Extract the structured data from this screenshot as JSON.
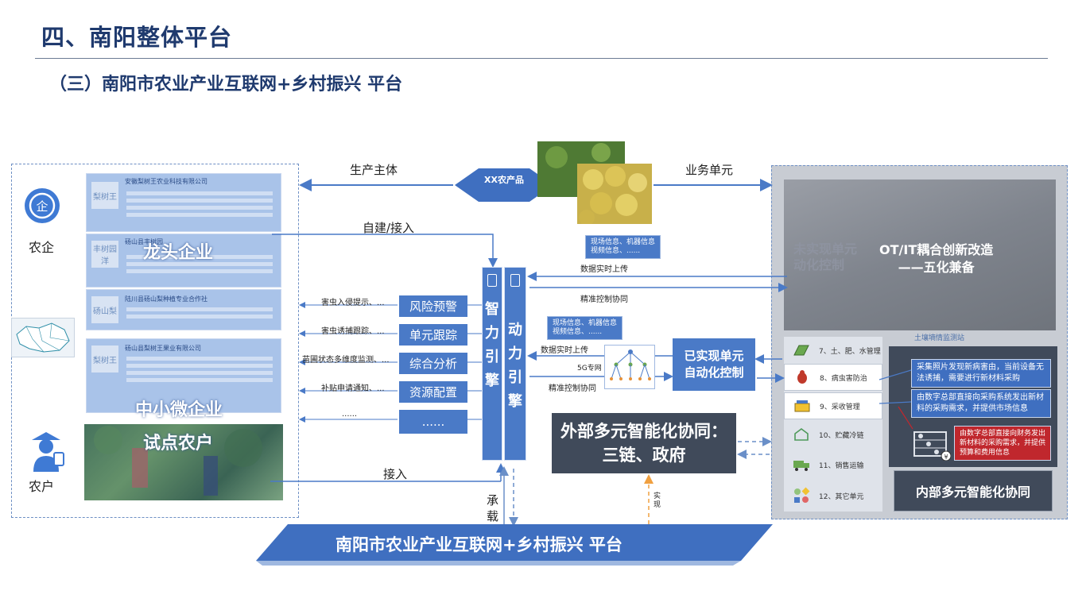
{
  "header": {
    "title": "四、南阳整体平台",
    "subtitle": "（三）南阳市农业产业互联网+乡村振兴 平台"
  },
  "left": {
    "enterprise_label": "农企",
    "farmer_label": "农户",
    "leading_enterprise": "龙头企业",
    "small_enterprise": "中小微企业",
    "pilot_farmer": "试点农户",
    "card1_name": "安徽梨树王农业科技有限公司",
    "card2_name": "砀山县丰树园",
    "card3_name": "陆川县砀山梨种植专业合作社",
    "card4_name": "砀山县梨树王果业有限公司",
    "logo1": "梨树王",
    "logo2": "丰树园洋",
    "logo3": "砀山梨",
    "logo4": "梨树王"
  },
  "top": {
    "producer_label": "生产主体",
    "product_label": "XX农产品",
    "business_unit_label": "业务单元",
    "self_build_label": "自建/接入"
  },
  "engines": {
    "intelligence": [
      "智",
      "力",
      "引",
      "擎"
    ],
    "power": [
      "动",
      "力",
      "引",
      "擎"
    ]
  },
  "functions": [
    {
      "label": "风险预警",
      "note": "害虫入侵提示、..."
    },
    {
      "label": "单元跟踪",
      "note": "害虫诱捕跟踪、..."
    },
    {
      "label": "综合分析",
      "note": "苗圃状态多维度监测、..."
    },
    {
      "label": "资源配置",
      "note": "补贴申请通知、..."
    },
    {
      "label": "......",
      "note": "......"
    }
  ],
  "middle": {
    "upload_info_top": "现场信息、机器信息\n视频信息、......",
    "upload_label_top": "数据实时上传",
    "precise_label_top": "精准控制协同",
    "upload_info_mid": "现场信息、机器信息\n视频信息、......",
    "upload_label_mid": "数据实时上传",
    "fiveg_label": "5G专网",
    "precise_label_mid": "精准控制协同",
    "realized_unit": "已实现单元\n自动化控制",
    "external_collab": "外部多元智能化协同：三链、政府",
    "access_label": "接入",
    "carry_label": "承载",
    "realize_label": "实现"
  },
  "right": {
    "ot_it_title": "OT/IT耦合创新改造\n——五化兼备",
    "faded_text": "未实现单元\n动化控制",
    "units": [
      {
        "icon": "field-icon",
        "label": "7、土、肥、水管理"
      },
      {
        "icon": "bug-icon",
        "label": "8、病虫害防治"
      },
      {
        "icon": "basket-icon",
        "label": "9、采收管理"
      },
      {
        "icon": "warehouse-icon",
        "label": "10、贮藏冷链"
      },
      {
        "icon": "truck-icon",
        "label": "11、销售运输"
      },
      {
        "icon": "shapes-icon",
        "label": "12、其它单元"
      }
    ],
    "note1": "采集照片发现新病害由，当前设备无法诱捕，需要进行新材料采购",
    "note2": "由数字总部直接向采购系统发出新材料的采购需求，并提供市场信息",
    "note3": "由数字总部直接向财务发出新材料的采购需求，并提供预算和费用信息",
    "internal_collab": "内部多元智能化协同",
    "faded_caption": "土壤墒情监测站"
  },
  "platform": {
    "label": "南阳市农业产业互联网+乡村振兴 平台"
  },
  "colors": {
    "primary": "#4a7ac7",
    "dark_navy": "#1f3a6e",
    "dark_panel": "#404a5a",
    "red_note": "#c0272d"
  }
}
